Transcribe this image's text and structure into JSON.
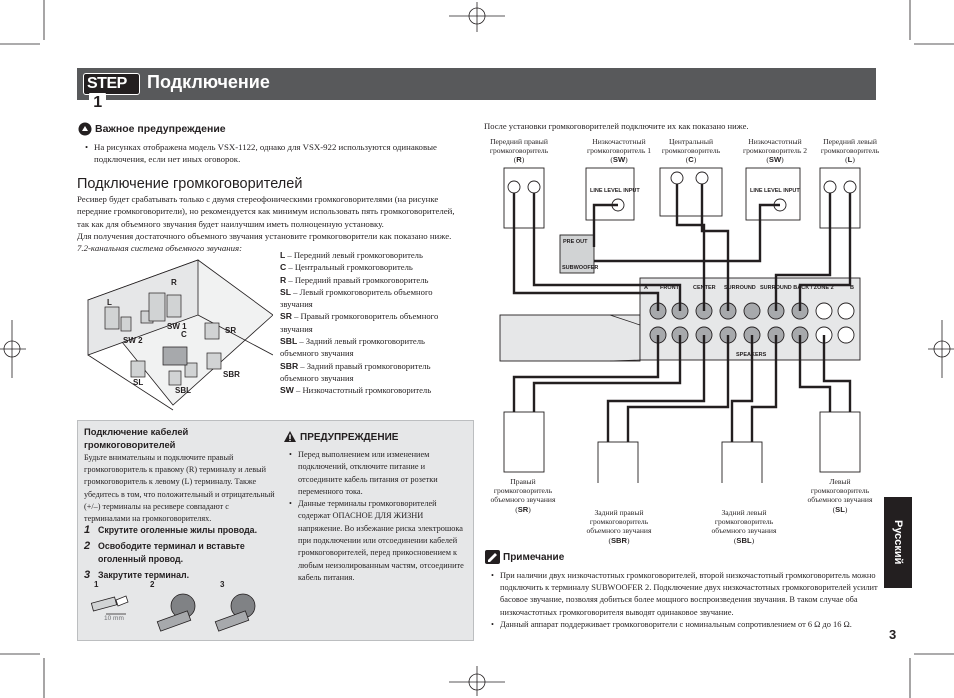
{
  "header": {
    "step_word": "STEP",
    "step_number": "1",
    "title": "Подключение"
  },
  "important": {
    "title": "Важное предупреждение",
    "text": "На рисунках отображена модель VSX-1122, однако для VSX-922 используются одинаковые подключения, если нет иных оговорок."
  },
  "section": {
    "title": "Подключение громкоговорителей",
    "intro_lines": [
      "Ресивер будет срабатывать только с двумя стереофоническими громкоговорителями (на рисунке",
      "передние громкоговорители), но рекомендуется как минимум использовать пять громкоговорителей,",
      "так как для объемного звучания будет наилучшим иметь полноценную установку.",
      "Для получения достаточного объемного звучания установите громкоговорители как показано ниже."
    ],
    "room_caption": "7.2-канальная система объемного звучания:"
  },
  "room_labels": [
    "R",
    "L",
    "SW 1",
    "SW 2",
    "C",
    "SR",
    "SL",
    "SBR",
    "SBL"
  ],
  "legend": [
    {
      "code": "L",
      "text": " – Передний левый громкоговоритель"
    },
    {
      "code": "C",
      "text": " – Центральный громкоговоритель"
    },
    {
      "code": "R",
      "text": " – Передний правый громкоговоритель"
    },
    {
      "code": "SL",
      "text": " – Левый громкоговоритель объемного звучания"
    },
    {
      "code": "SR",
      "text": " – Правый громкоговоритель объемного звучания"
    },
    {
      "code": "SBL",
      "text": " – Задний левый громкоговоритель объемного звучания"
    },
    {
      "code": "SBR",
      "text": " – Задний правый громкоговоритель объемного звучания"
    },
    {
      "code": "SW",
      "text": " – Низкочастотный громкоговоритель"
    }
  ],
  "cables": {
    "title": "Подключение кабелей громкоговорителей",
    "text": "Будьте внимательны и подключите правый громкоговоритель к правому (R) терминалу и левый громкоговоритель к левому (L) терминалу. Также убедитесь в том, что положительный и отрицательный (+/–) терминалы на ресивере совпадают с терминалами на громкоговорителях.",
    "steps": [
      {
        "num": "1",
        "text": "Скрутите оголенные жилы провода."
      },
      {
        "num": "2",
        "text": "Освободите терминал и вставьте оголенный провод."
      },
      {
        "num": "3",
        "text": "Закрутите терминал."
      }
    ],
    "figure_labels": [
      "1",
      "2",
      "3"
    ],
    "wire_length": "10 mm"
  },
  "warning": {
    "title": "ПРЕДУПРЕЖДЕНИЕ",
    "items": [
      "Перед выполнением или изменением подключений, отключите питание и отсоедините кабель питания от розетки переменного тока.",
      "Данные терминалы громкоговорителей содержат ОПАСНОЕ ДЛЯ ЖИЗНИ напряжение. Во избежание риска электрошока при подключении или отсоединении кабелей громкоговорителей, перед прикосновением к любым неизолированным частям, отсоедините кабель питания."
    ]
  },
  "right": {
    "intro": "После установки громкоговорителей подключите их как показано ниже.",
    "top_speakers": [
      {
        "label": "Передний правый громкоговоритель",
        "code": "R"
      },
      {
        "label": "Низкочастотный громкоговоритель 1",
        "code": "SW"
      },
      {
        "label": "Центральный громкоговоритель",
        "code": "C"
      },
      {
        "label": "Низкочастотный громкоговоритель 2",
        "code": "SW"
      },
      {
        "label": "Передний левый громкоговоритель",
        "code": "L"
      }
    ],
    "bottom_speakers": [
      {
        "label": "Правый громкоговоритель объемного звучания",
        "code": "SR"
      },
      {
        "label": "Задний правый громкоговоритель объемного звучания",
        "code": "SBR"
      },
      {
        "label": "Задний левый громкоговоритель объемного звучания",
        "code": "SBL"
      },
      {
        "label": "Левый громкоговоритель объемного звучания",
        "code": "SL"
      }
    ],
    "line_level_input": "LINE LEVEL INPUT",
    "pre_out": "PRE OUT",
    "subwoofer": "SUBWOOFER",
    "panel_labels": [
      "FRONT",
      "CENTER",
      "SURROUND",
      "SURROUND BACK / ZONE 2",
      "SPEAKERS"
    ],
    "panel_ab": [
      "A",
      "B"
    ]
  },
  "note": {
    "title": "Примечание",
    "items": [
      "При наличии двух низкочастотных громкоговорителей, второй низкочастотный громкоговоритель можно подключить к терминалу SUBWOOFER 2. Подключение двух низкочастотных громкоговорителей усилит басовое звучание, позволяя добиться более мощного воспроизведения звучания. В таком случае оба низкочастотных громкоговорителя выводят одинаковое звучание.",
      "Данный аппарат поддерживает громкоговорители с номинальным сопротивлением от 6 Ω до 16 Ω."
    ]
  },
  "side_tab": "Русский",
  "page_number": "3"
}
